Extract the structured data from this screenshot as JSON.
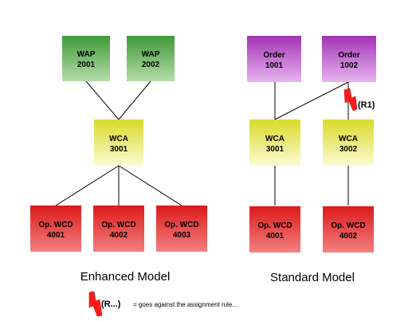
{
  "enhanced": {
    "wap": [
      {
        "type": "WAP",
        "id": "2001"
      },
      {
        "type": "WAP",
        "id": "2002"
      }
    ],
    "wca": {
      "type": "WCA",
      "id": "3001"
    },
    "wcd": [
      {
        "type": "Op. WCD",
        "id": "4001"
      },
      {
        "type": "Op. WCD",
        "id": "4002"
      },
      {
        "type": "Op. WCD",
        "id": "4003"
      }
    ],
    "caption": "Enhanced Model"
  },
  "standard": {
    "orders": [
      {
        "type": "Order",
        "id": "1001"
      },
      {
        "type": "Order",
        "id": "1002"
      }
    ],
    "wca": [
      {
        "type": "WCA",
        "id": "3001"
      },
      {
        "type": "WCA",
        "id": "3002"
      }
    ],
    "wcd": [
      {
        "type": "Op. WCD",
        "id": "4001"
      },
      {
        "type": "Op. WCD",
        "id": "4002"
      }
    ],
    "rule_marker": "(R1)",
    "caption": "Standard Model"
  },
  "legend": {
    "symbol": "(R...)",
    "text": "= goes against the assignment rule..."
  },
  "colors": {
    "wap": "#66bb55",
    "order": "#bb55cc",
    "wca": "#eeee66",
    "wcd": "#ee2222",
    "bolt": "#ff2222"
  }
}
